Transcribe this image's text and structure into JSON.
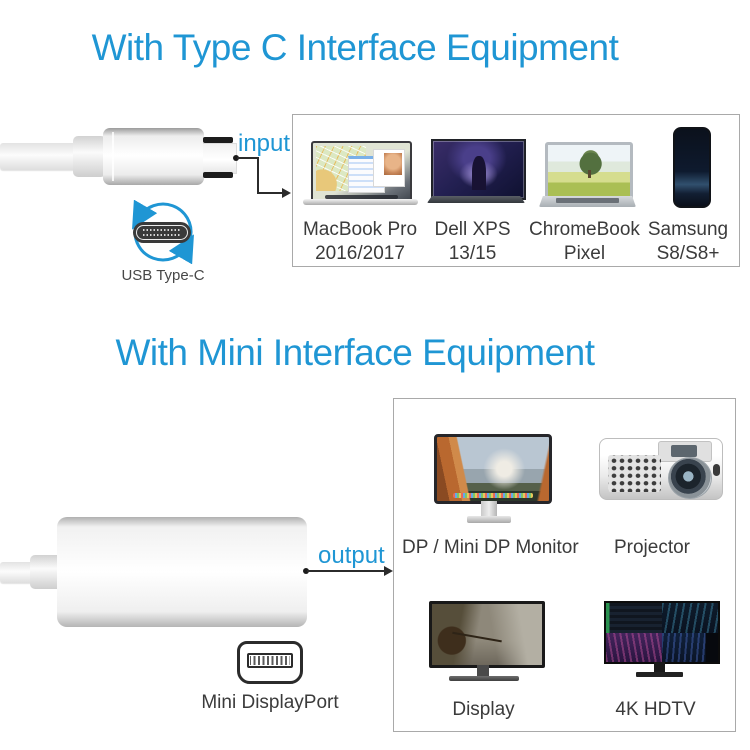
{
  "colors": {
    "accent_blue": "#1f96d4",
    "label_text": "#3b3b3b",
    "box_border": "#a9a9a9",
    "arrow": "#2b2b2b"
  },
  "section_top": {
    "title": "With Type C Interface Equipment",
    "connector_label": "input",
    "connector_icon_label": "USB Type-C",
    "devices": [
      {
        "label_line1": "MacBook Pro",
        "label_line2": "2016/2017"
      },
      {
        "label_line1": "Dell XPS",
        "label_line2": "13/15"
      },
      {
        "label_line1": "ChromeBook",
        "label_line2": "Pixel"
      },
      {
        "label_line1": "Samsung",
        "label_line2": "S8/S8+"
      }
    ]
  },
  "section_bottom": {
    "title": "With Mini Interface Equipment",
    "connector_label": "output",
    "connector_icon_label": "Mini DisplayPort",
    "devices": [
      {
        "label": "DP / Mini DP Monitor"
      },
      {
        "label": "Projector"
      },
      {
        "label": "Display"
      },
      {
        "label": "4K HDTV"
      }
    ]
  }
}
